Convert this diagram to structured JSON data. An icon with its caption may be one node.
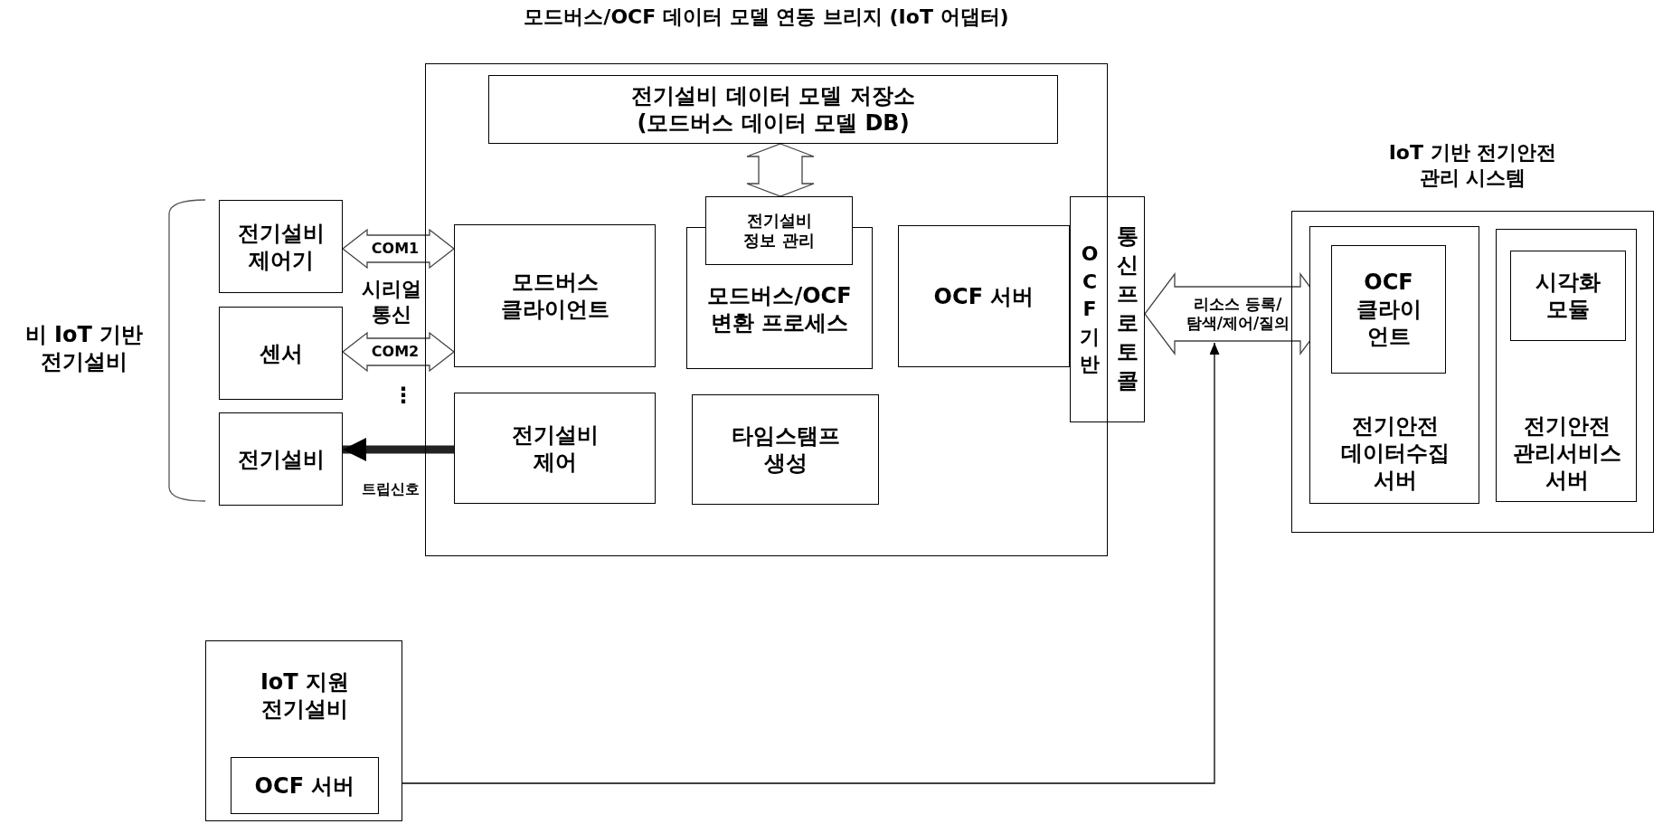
{
  "diagram": {
    "nodes": [
      {
        "text": [
          "모드버스/OCF 데이터 모델 연동 브리지 (IoT 어댑터)"
        ]
      },
      {
        "text": [
          "전기설비 데이터 모델 저장소 (모드버스 데이터 모델 DB)"
        ],
        "in": 0
      },
      {
        "text": [
          "전기설비 정보 관리"
        ],
        "in": 0
      },
      {
        "text": [
          "모드버스 클라이언트"
        ],
        "in": 0
      },
      {
        "text": [
          "모드버스/OCF 변환 프로세스"
        ],
        "in": 0
      },
      {
        "text": [
          "OCF 서버"
        ],
        "in": 0
      },
      {
        "text": [
          "OCF 기반",
          "통신프로토콜"
        ]
      },
      {
        "text": [
          "전기설비 제어"
        ],
        "in": 0
      },
      {
        "text": [
          "타임스탬프 생성"
        ],
        "in": 0
      },
      {
        "text": [
          "전기설비 제어기"
        ]
      },
      {
        "text": [
          "센서"
        ]
      },
      {
        "text": [
          "전기설비"
        ]
      },
      {
        "text": [
          "IoT 기반 전기안전 관리 시스템"
        ]
      },
      {
        "text": [
          "전기안전 데이터수집 서버"
        ],
        "in": 12
      },
      {
        "text": [
          "OCF 클라이언트"
        ],
        "in": 13
      },
      {
        "text": [
          "전기안전 관리서비스 서버"
        ],
        "in": 12
      },
      {
        "text": [
          "시각화 모듈"
        ],
        "in": 15
      },
      {
        "text": [
          "IoT 지원 전기설비"
        ]
      },
      {
        "text": [
          "OCF 서버"
        ],
        "in": 17
      }
    ],
    "edges": [
      {
        "from": 1,
        "to": 2,
        "arrow": "both"
      },
      {
        "from": 9,
        "to": 3,
        "arrow": "both",
        "label": "COM1"
      },
      {
        "from": 10,
        "to": 3,
        "arrow": "both",
        "label": "COM2"
      },
      {
        "from": 7,
        "to": 11,
        "arrow": "to",
        "label": "트립신호",
        "style": "thick"
      },
      {
        "from": 6,
        "to": 14,
        "arrow": "both",
        "label": "리소스 등록/ 탐색/제어/질의"
      },
      {
        "from": null,
        "to": 18,
        "arrow": "both"
      }
    ],
    "labels": [
      "시리얼 통신",
      "비 IoT 기반 전기설비",
      "⋮"
    ]
  }
}
